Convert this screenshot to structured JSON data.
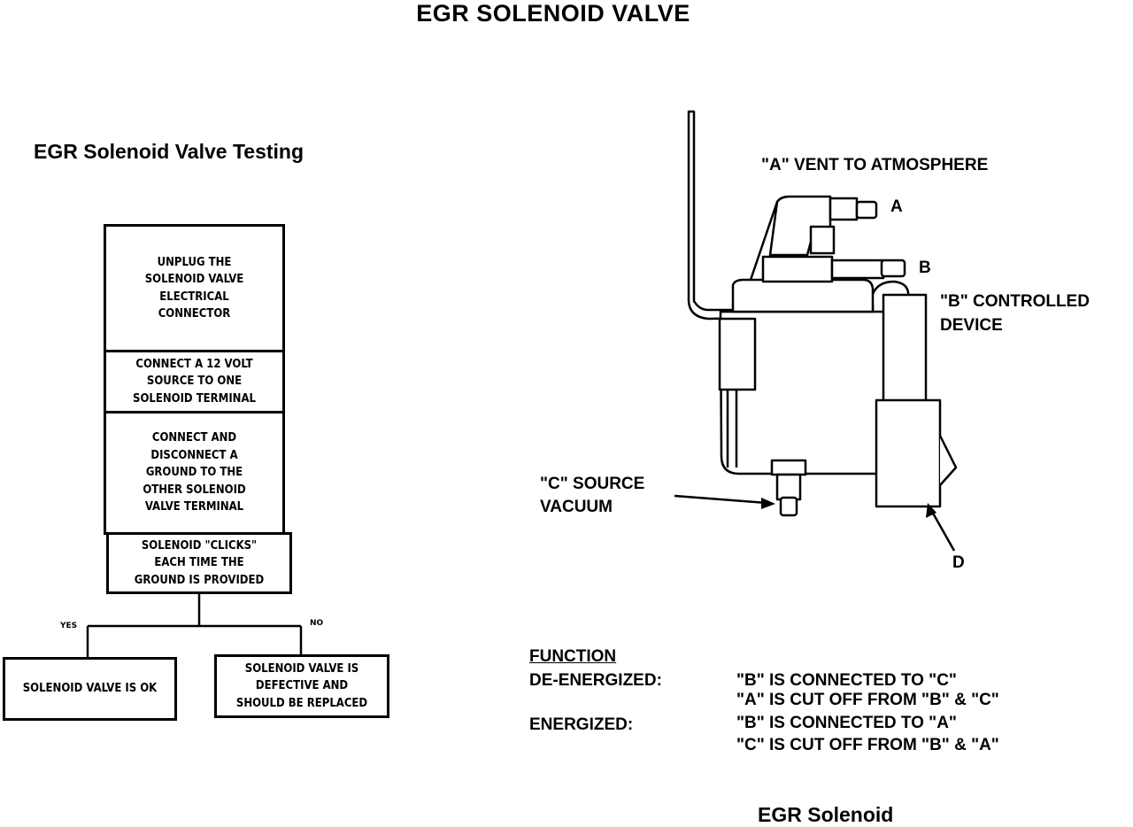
{
  "page_title": "EGR SOLENOID VALVE",
  "flowchart": {
    "title": "EGR Solenoid Valve Testing",
    "steps": [
      "UNPLUG THE\nSOLENOID VALVE\nELECTRICAL\nCONNECTOR",
      "CONNECT A 12 VOLT\nSOURCE TO ONE\nSOLENOID TERMINAL",
      "CONNECT AND\nDISCONNECT A\nGROUND TO THE\nOTHER SOLENOID\nVALVE TERMINAL",
      "SOLENOID \"CLICKS\"\nEACH TIME THE\nGROUND IS PROVIDED"
    ],
    "yes_label": "YES",
    "no_label": "NO",
    "yes_result": "SOLENOID VALVE IS OK",
    "no_result": "SOLENOID VALVE IS\nDEFECTIVE AND\nSHOULD BE REPLACED"
  },
  "diagram": {
    "caption": "EGR Solenoid",
    "labels": {
      "vent": "\"A\" VENT TO ATMOSPHERE",
      "a": "A",
      "b": "B",
      "controlled_line1": "\"B\" CONTROLLED",
      "controlled_line2": "DEVICE",
      "source_line1": "\"C\" SOURCE",
      "source_line2": "VACUUM",
      "d": "D"
    }
  },
  "function": {
    "heading": "FUNCTION",
    "deenergized_label": "DE-ENERGIZED:",
    "deenergized_line1": "\"B\" IS CONNECTED TO \"C\"",
    "deenergized_line2": "\"A\" IS CUT OFF FROM \"B\" & \"C\"",
    "energized_label": "ENERGIZED:",
    "energized_line1": "\"B\" IS CONNECTED TO \"A\"",
    "energized_line2": "\"C\" IS CUT OFF FROM \"B\" & \"A\""
  }
}
